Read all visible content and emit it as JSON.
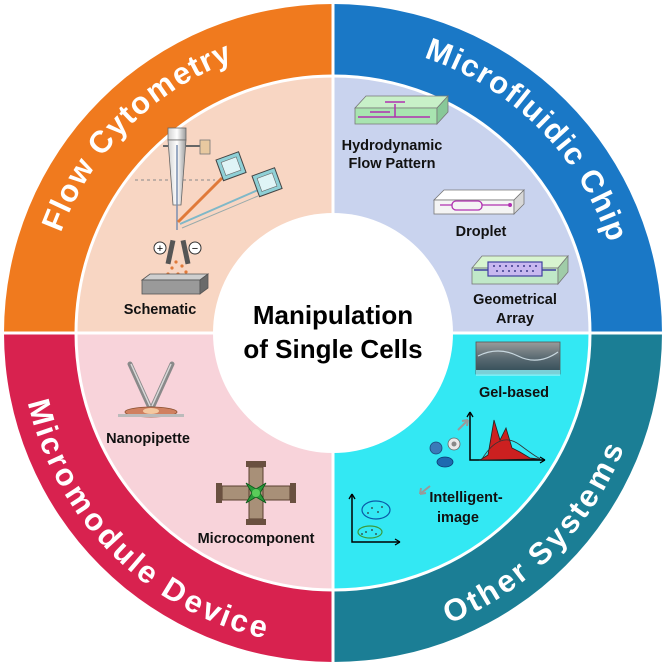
{
  "center": {
    "line1": "Manipulation",
    "line2": "of Single Cells"
  },
  "sections": {
    "flow_cytometry": {
      "label": "Flow Cytometry",
      "color": "#F07A1E",
      "bg": "#F8D6C3",
      "items": {
        "schematic": "Schematic"
      }
    },
    "microfluidic_chip": {
      "label": "Microfluidic Chip",
      "color": "#1A78C6",
      "bg": "#C9D3EE",
      "items": {
        "hydro_line1": "Hydrodynamic",
        "hydro_line2": "Flow Pattern",
        "droplet": "Droplet",
        "geo_line1": "Geometrical",
        "geo_line2": "Array"
      }
    },
    "other_systems": {
      "label": "Other Systems",
      "color": "#1B7E95",
      "bg": "#33E8F3",
      "items": {
        "gel": "Gel-based",
        "intel_line1": "Intelligent-",
        "intel_line2": "image"
      }
    },
    "micromodule_device": {
      "label": "Micromodule Device",
      "color": "#D8224F",
      "bg": "#F8D3DA",
      "items": {
        "nanopipette": "Nanopipette",
        "microcomponent": "Microcomponent"
      }
    }
  },
  "symbols": {
    "plus": "+",
    "minus": "−"
  },
  "icons": [
    "flow-cytometer-icon",
    "hydrodynamic-chip-icon",
    "droplet-chip-icon",
    "geometrical-array-chip-icon",
    "gel-icon",
    "intelligent-image-icon",
    "nanopipette-icon",
    "microcomponent-icon"
  ]
}
